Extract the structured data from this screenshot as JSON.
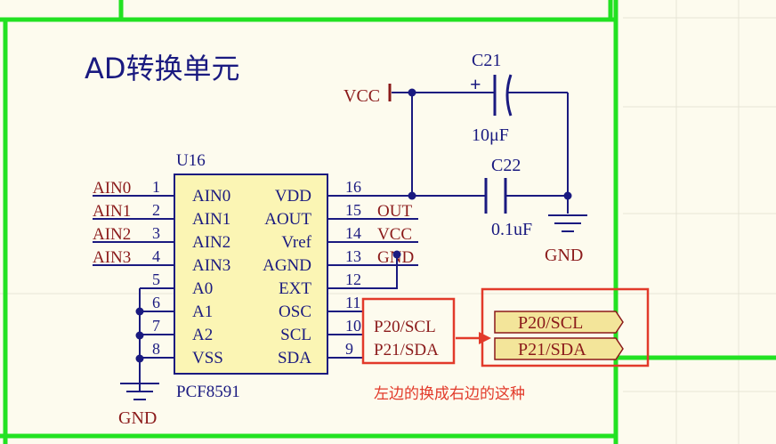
{
  "block_title": "AD转换单元",
  "ic": {
    "designator": "U16",
    "part": "PCF8591",
    "left_pins": [
      {
        "num": "1",
        "name": "AIN0",
        "net": "AIN0"
      },
      {
        "num": "2",
        "name": "AIN1",
        "net": "AIN1"
      },
      {
        "num": "3",
        "name": "AIN2",
        "net": "AIN2"
      },
      {
        "num": "4",
        "name": "AIN3",
        "net": "AIN3"
      },
      {
        "num": "5",
        "name": "A0",
        "net": ""
      },
      {
        "num": "6",
        "name": "A1",
        "net": ""
      },
      {
        "num": "7",
        "name": "A2",
        "net": ""
      },
      {
        "num": "8",
        "name": "VSS",
        "net": ""
      }
    ],
    "right_pins": [
      {
        "num": "16",
        "name": "VDD",
        "net": ""
      },
      {
        "num": "15",
        "name": "AOUT",
        "net": "OUT"
      },
      {
        "num": "14",
        "name": "Vref",
        "net": "VCC"
      },
      {
        "num": "13",
        "name": "AGND",
        "net": "GND"
      },
      {
        "num": "12",
        "name": "EXT",
        "net": ""
      },
      {
        "num": "11",
        "name": "OSC",
        "net": ""
      },
      {
        "num": "10",
        "name": "SCL",
        "net": "P20/SCL"
      },
      {
        "num": "9",
        "name": "SDA",
        "net": "P21/SDA"
      }
    ]
  },
  "power": {
    "vcc": "VCC",
    "gnd_right": "GND",
    "gnd_left": "GND"
  },
  "caps": [
    {
      "ref": "C21",
      "value": "10μF",
      "polarity": "+"
    },
    {
      "ref": "C22",
      "value": "0.1uF"
    }
  ],
  "ports": [
    "P20/SCL",
    "P21/SDA"
  ],
  "annotation": "左边的换成右边的这种",
  "colors": {
    "sheet_border": "#22e222",
    "wire": "#1a1a80",
    "net_label": "#8b1a1a",
    "highlight": "#e23a2a",
    "port_fill": "#f3e59a",
    "background": "#fdfbee"
  }
}
